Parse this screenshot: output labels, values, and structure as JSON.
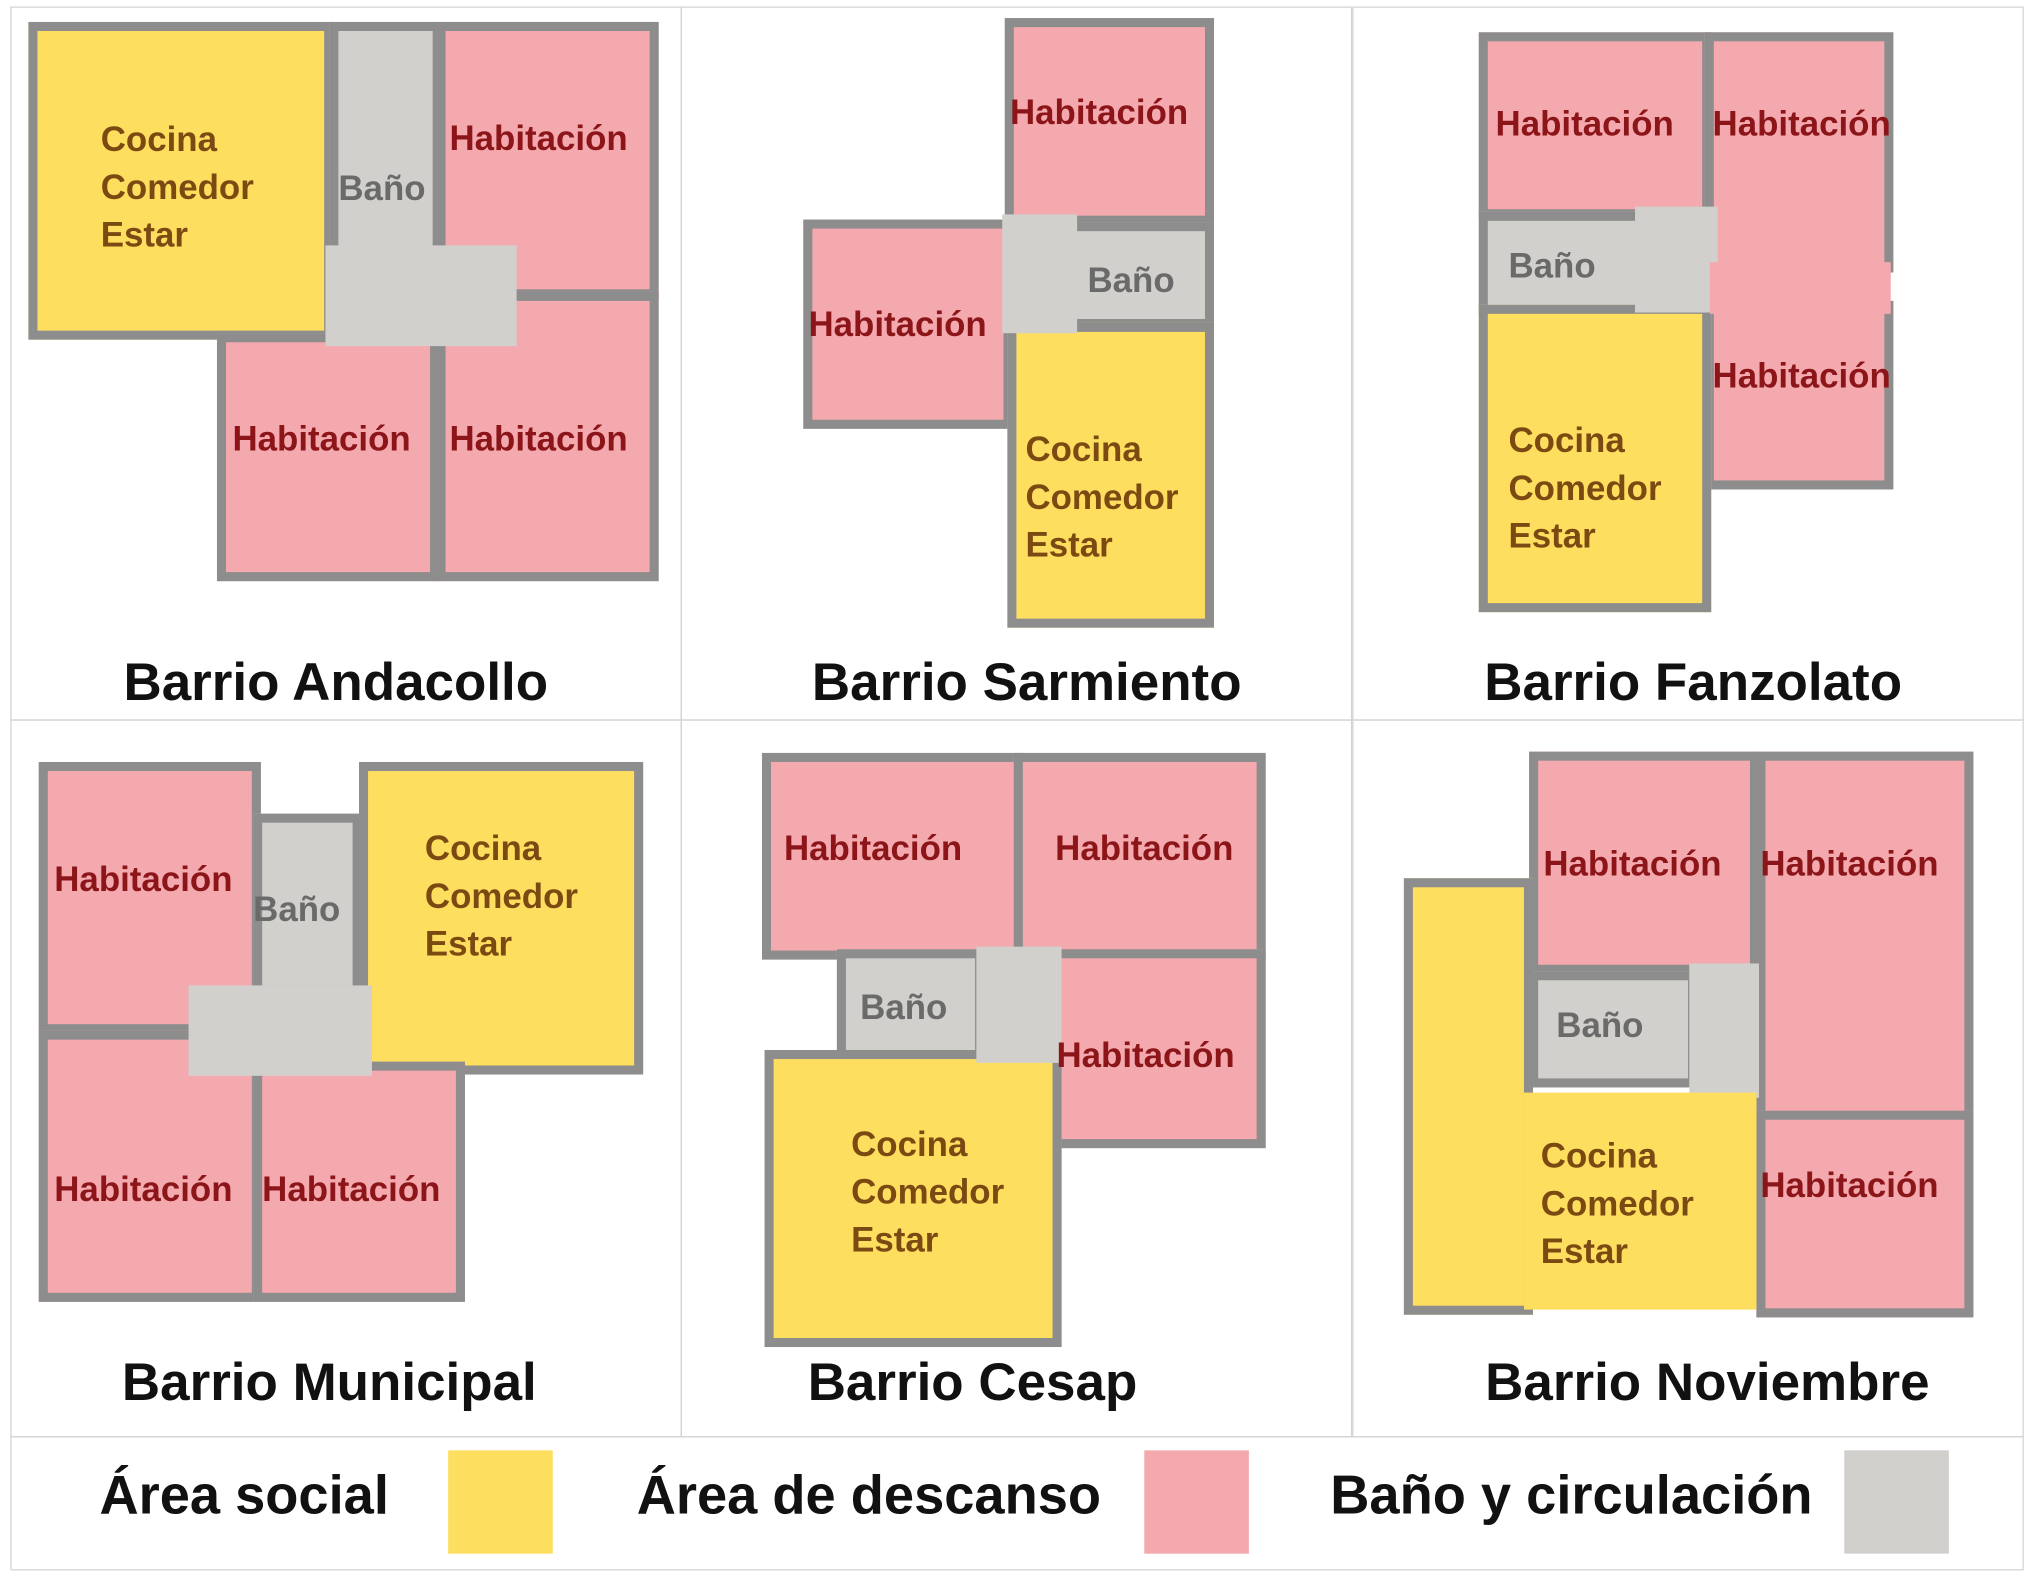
{
  "colors": {
    "social": "#fede5f",
    "rest": "#f4a9ae",
    "bath": "#d2d0cd",
    "wall": "#8d8d8d"
  },
  "panels": [
    {
      "title": "Barrio Andacollo",
      "rooms": [
        {
          "type": "social",
          "lines": [
            "Cocina",
            "Comedor",
            "Estar"
          ]
        },
        {
          "type": "bath",
          "lines": [
            "Baño"
          ]
        },
        {
          "type": "rest",
          "lines": [
            "Habitación"
          ]
        },
        {
          "type": "rest",
          "lines": [
            "Habitación"
          ]
        },
        {
          "type": "rest",
          "lines": [
            "Habitación"
          ]
        }
      ]
    },
    {
      "title": "Barrio Sarmiento",
      "rooms": [
        {
          "type": "rest",
          "lines": [
            "Habitación"
          ]
        },
        {
          "type": "rest",
          "lines": [
            "Habitación"
          ]
        },
        {
          "type": "bath",
          "lines": [
            "Baño"
          ]
        },
        {
          "type": "social",
          "lines": [
            "Cocina",
            "Comedor",
            "Estar"
          ]
        }
      ]
    },
    {
      "title": "Barrio Fanzolato",
      "rooms": [
        {
          "type": "rest",
          "lines": [
            "Habitación"
          ]
        },
        {
          "type": "rest",
          "lines": [
            "Habitación"
          ]
        },
        {
          "type": "bath",
          "lines": [
            "Baño"
          ]
        },
        {
          "type": "rest",
          "lines": [
            "Habitación"
          ]
        },
        {
          "type": "social",
          "lines": [
            "Cocina",
            "Comedor",
            "Estar"
          ]
        }
      ]
    },
    {
      "title": "Barrio Municipal",
      "rooms": [
        {
          "type": "rest",
          "lines": [
            "Habitación"
          ]
        },
        {
          "type": "bath",
          "lines": [
            "Baño"
          ]
        },
        {
          "type": "social",
          "lines": [
            "Cocina",
            "Comedor",
            "Estar"
          ]
        },
        {
          "type": "rest",
          "lines": [
            "Habitación"
          ]
        },
        {
          "type": "rest",
          "lines": [
            "Habitación"
          ]
        }
      ]
    },
    {
      "title": "Barrio Cesap",
      "rooms": [
        {
          "type": "rest",
          "lines": [
            "Habitación"
          ]
        },
        {
          "type": "rest",
          "lines": [
            "Habitación"
          ]
        },
        {
          "type": "bath",
          "lines": [
            "Baño"
          ]
        },
        {
          "type": "rest",
          "lines": [
            "Habitación"
          ]
        },
        {
          "type": "social",
          "lines": [
            "Cocina",
            "Comedor",
            "Estar"
          ]
        }
      ]
    },
    {
      "title": "Barrio Noviembre",
      "rooms": [
        {
          "type": "rest",
          "lines": [
            "Habitación"
          ]
        },
        {
          "type": "rest",
          "lines": [
            "Habitación"
          ]
        },
        {
          "type": "bath",
          "lines": [
            "Baño"
          ]
        },
        {
          "type": "rest",
          "lines": [
            "Habitación"
          ]
        },
        {
          "type": "social",
          "lines": [
            "Cocina",
            "Comedor",
            "Estar"
          ]
        }
      ]
    }
  ],
  "legend": [
    {
      "type": "social",
      "label": "Área social"
    },
    {
      "type": "rest",
      "label": "Área de descanso"
    },
    {
      "type": "bath",
      "label": "Baño y circulación"
    }
  ]
}
